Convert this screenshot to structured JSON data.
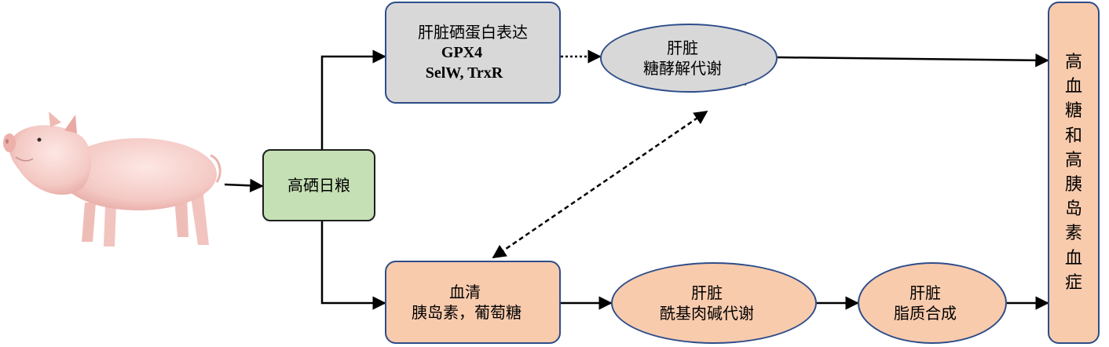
{
  "nodes": {
    "diet": "高硒日粮",
    "liver_seleno": {
      "line1": "肝脏硒蛋白表达",
      "line2": "GPX4",
      "line3": "SelW, TrxR"
    },
    "liver_glycolysis": {
      "line1": "肝脏",
      "line2": "糖酵解代谢"
    },
    "serum": {
      "line1": "血清",
      "line2": "胰岛素，葡萄糖"
    },
    "liver_acylcarnitine": {
      "line1": "肝脏",
      "line2": "酰基肉碱代谢"
    },
    "liver_lipid": {
      "line1": "肝脏",
      "line2": "脂质合成"
    },
    "outcome": [
      "高",
      "血",
      "糖",
      "和",
      "高",
      "胰",
      "岛",
      "素",
      "血",
      "症"
    ]
  },
  "colors": {
    "up_arrow": "#ff0000",
    "down_arrow": "#000000",
    "box_border": "#2e4d8a",
    "grey_fill": "#d8d8d8",
    "orange_fill": "#f8cbad",
    "green_fill": "#c5e0b4"
  },
  "icons": {
    "pig": "pig-illustration"
  }
}
